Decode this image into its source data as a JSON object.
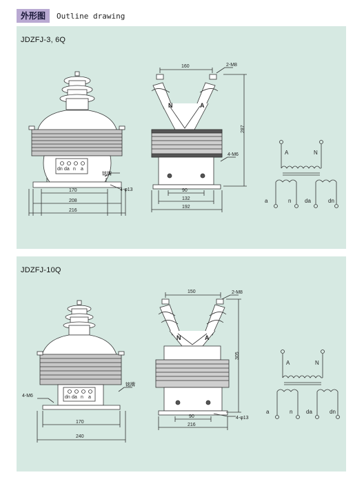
{
  "header": {
    "tag": "外形图",
    "title": "Outline drawing"
  },
  "panels": [
    {
      "title": "JDZFJ-3, 6Q",
      "front": {
        "terminals": [
          "dn",
          "da",
          "n",
          "a"
        ],
        "nameplate": "铭牌",
        "hole": "4-φ13",
        "dims": [
          "170",
          "208",
          "216"
        ]
      },
      "side": {
        "bolt": "2-M8",
        "ground": "4-M6",
        "dims": [
          "160",
          "287",
          "90",
          "132",
          "192"
        ],
        "marks": [
          "N",
          "A"
        ]
      },
      "schematic": {
        "primary": [
          "A",
          "N"
        ],
        "secondary": [
          "a",
          "n",
          "da",
          "dn"
        ]
      }
    },
    {
      "title": "JDZFJ-10Q",
      "front": {
        "terminals": [
          "dn",
          "da",
          "n",
          "a"
        ],
        "nameplate": "铭牌",
        "ground": "4-M6",
        "dims": [
          "170",
          "240"
        ]
      },
      "side": {
        "bolt": "2-M8",
        "hole": "4-φ13",
        "dims": [
          "150",
          "305",
          "90",
          "216"
        ],
        "marks": [
          "N",
          "A"
        ]
      },
      "schematic": {
        "primary": [
          "A",
          "N"
        ],
        "secondary": [
          "a",
          "n",
          "da",
          "dn"
        ]
      }
    }
  ]
}
